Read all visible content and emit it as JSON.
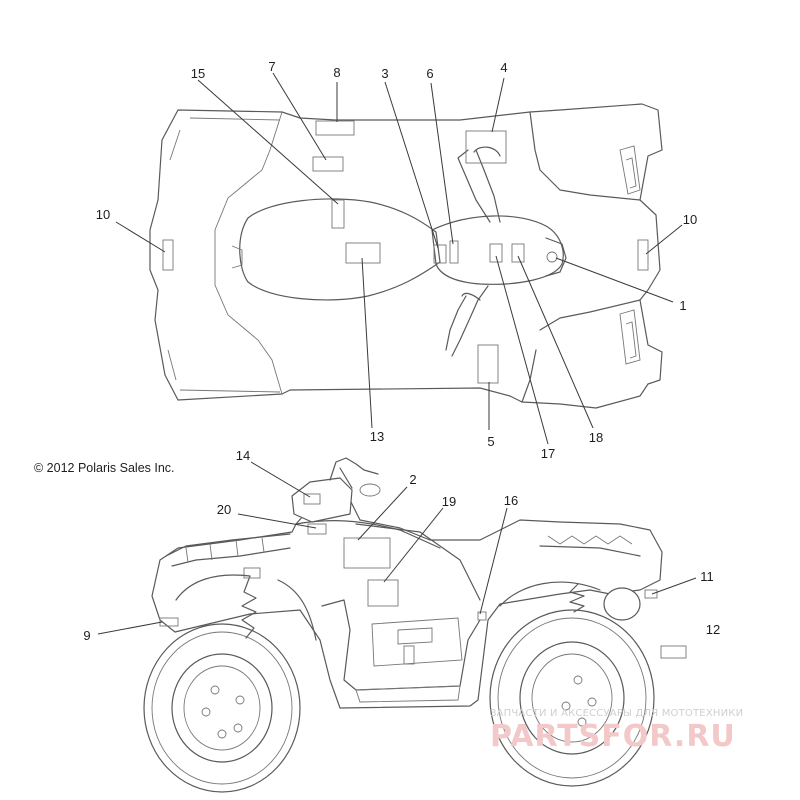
{
  "copyright": "© 2012 Polaris Sales Inc.",
  "watermark": {
    "line1": "ЗАПЧАСТИ И АКСЕССУАРЫ ДЛЯ МОТОТЕХНИКИ",
    "brand": "PARTSFOR.RU"
  },
  "callouts": {
    "c1": "1",
    "c2": "2",
    "c3": "3",
    "c4": "4",
    "c5": "5",
    "c6": "6",
    "c7": "7",
    "c8": "8",
    "c9": "9",
    "c10a": "10",
    "c10b": "10",
    "c11": "11",
    "c12": "12",
    "c13": "13",
    "c14": "14",
    "c15": "15",
    "c16": "16",
    "c17": "17",
    "c18": "18",
    "c19": "19",
    "c20": "20"
  }
}
